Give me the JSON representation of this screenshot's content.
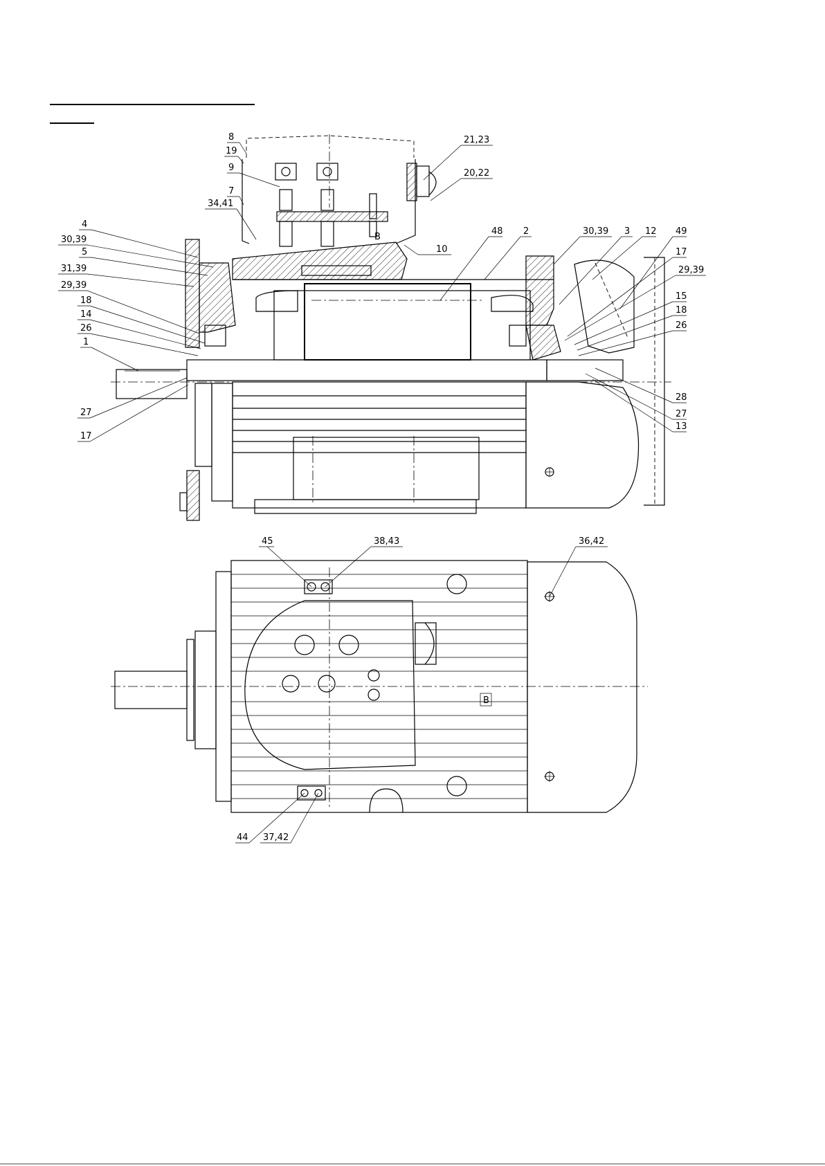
{
  "section_view": {
    "labels": [
      {
        "id": "l8",
        "text": "8"
      },
      {
        "id": "l19",
        "text": "19"
      },
      {
        "id": "l9",
        "text": "9"
      },
      {
        "id": "l7",
        "text": "7"
      },
      {
        "id": "l3441",
        "text": "34,41"
      },
      {
        "id": "l4",
        "text": "4"
      },
      {
        "id": "l3039a",
        "text": "30,39"
      },
      {
        "id": "l5",
        "text": "5"
      },
      {
        "id": "l3139",
        "text": "31,39"
      },
      {
        "id": "l2939a",
        "text": "29,39"
      },
      {
        "id": "l18a",
        "text": "18"
      },
      {
        "id": "l14",
        "text": "14"
      },
      {
        "id": "l26a",
        "text": "26"
      },
      {
        "id": "l1",
        "text": "1"
      },
      {
        "id": "l27a",
        "text": "27"
      },
      {
        "id": "l17a",
        "text": "17"
      },
      {
        "id": "l2123",
        "text": "21,23"
      },
      {
        "id": "l2022",
        "text": "20,22"
      },
      {
        "id": "l10",
        "text": "10"
      },
      {
        "id": "l48",
        "text": "48"
      },
      {
        "id": "l2",
        "text": "2"
      },
      {
        "id": "l3039b",
        "text": "30,39"
      },
      {
        "id": "l3",
        "text": "3"
      },
      {
        "id": "l12",
        "text": "12"
      },
      {
        "id": "l49",
        "text": "49"
      },
      {
        "id": "l17b",
        "text": "17"
      },
      {
        "id": "l2939b",
        "text": "29,39"
      },
      {
        "id": "l15",
        "text": "15"
      },
      {
        "id": "l18b",
        "text": "18"
      },
      {
        "id": "l26b",
        "text": "26"
      },
      {
        "id": "l28",
        "text": "28"
      },
      {
        "id": "l27b",
        "text": "27"
      },
      {
        "id": "l13",
        "text": "13"
      }
    ],
    "terminal_marking": "B"
  },
  "plan_view": {
    "labels": [
      {
        "id": "p45",
        "text": "45"
      },
      {
        "id": "p3843",
        "text": "38,43"
      },
      {
        "id": "p3642",
        "text": "36,42"
      },
      {
        "id": "p44",
        "text": "44"
      },
      {
        "id": "p3742",
        "text": "37,42"
      }
    ],
    "terminal_marking": "B"
  }
}
